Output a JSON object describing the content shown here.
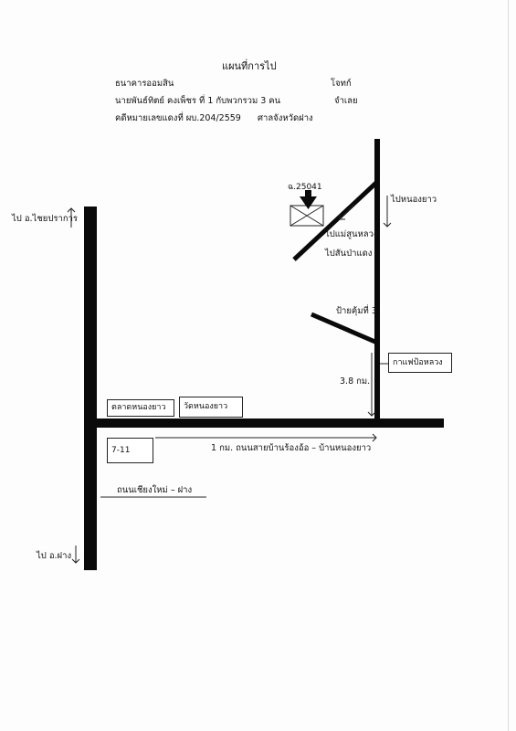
{
  "header": {
    "title": "แผนที่การไป",
    "party1": "ธนาคารออมสิน",
    "party1_role": "โจทก์",
    "party2": "นายพันธ์ทิตย์ คงเพ็ชร ที่ 1 กับพวกรวม 3 คน",
    "party2_role": "จำเลย",
    "case": "คดีหมายเลขแดงที่ ผบ.204/2559",
    "court": "ศาลจังหวัดฝาง"
  },
  "map": {
    "to_chai_prakan": "ไป อ.ไชยปราการ",
    "to_fang": "ไป อ.ฝาง",
    "chiangmai_fang_road": "ถนนเชียงใหม่ – ฝาง",
    "market": "ตลาดหนองยาว",
    "temple": "วัดหนองยาว",
    "store": "7-11",
    "east_road": "1 กม. ถนนสายบ้านร้องอ้อ – บ้านหนองยาว",
    "distance": "3.8 กม.",
    "cafe": "กาแฟป้อหลวง",
    "village_sign": "ป้ายคุ้มที่ 3",
    "to_nong_yao": "ไปหนองยาว",
    "to_mae_sun_luang": "ไปแม่สูนหลวง",
    "to_san_pa_daeng": "ไปสันป่าแดง",
    "property_label": "ฉ.25041"
  }
}
